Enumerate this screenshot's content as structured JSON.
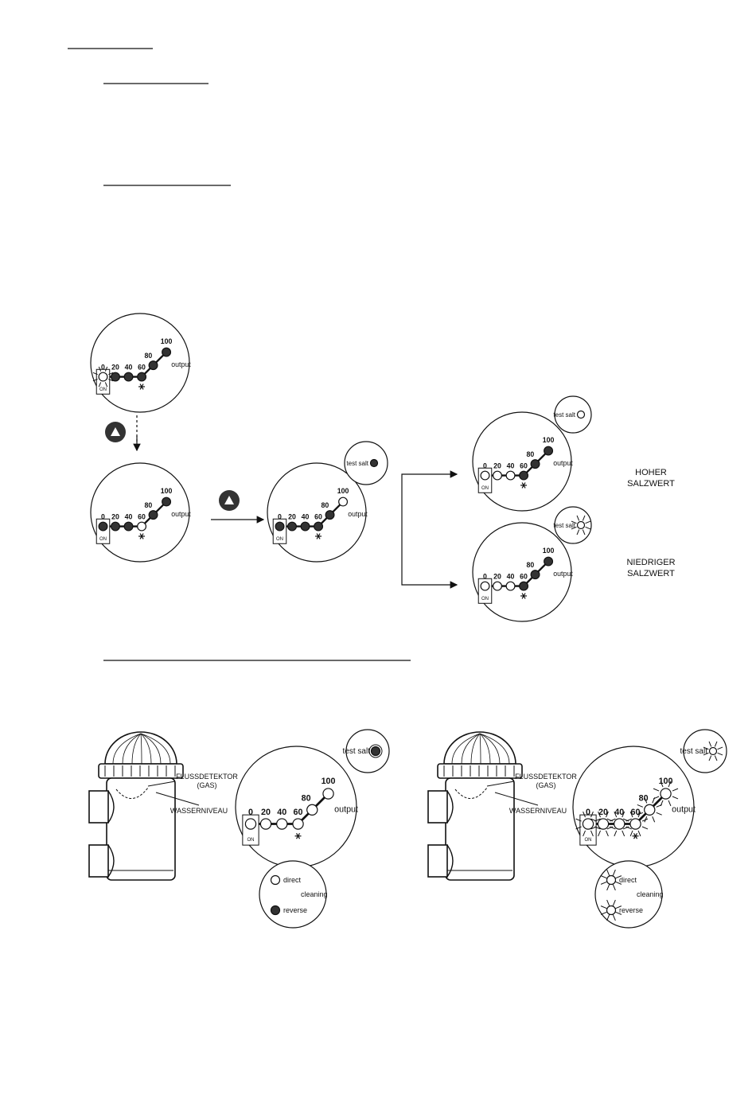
{
  "scale": {
    "values": [
      "0",
      "20",
      "40",
      "60",
      "80",
      "100"
    ],
    "output_label": "output",
    "on_label": "ON",
    "snow_icon": "snowflake-icon"
  },
  "test_salt_label": "test salt",
  "result_high": [
    "HOHER",
    "SALZWERT"
  ],
  "result_low": [
    "NIEDRIGER",
    "SALZWERT"
  ],
  "device": {
    "flow_detector": [
      "FLUSSDETEKTOR",
      "(GAS)"
    ],
    "water_level": "WASSERNIVEAU"
  },
  "cleaning": {
    "title": "cleaning",
    "direct": "direct",
    "reverse": "reverse"
  },
  "button_icon": "up-arrow-button-icon",
  "colors": {
    "ink": "#111111",
    "led_on": "#333333",
    "led_off": "#ffffff"
  }
}
